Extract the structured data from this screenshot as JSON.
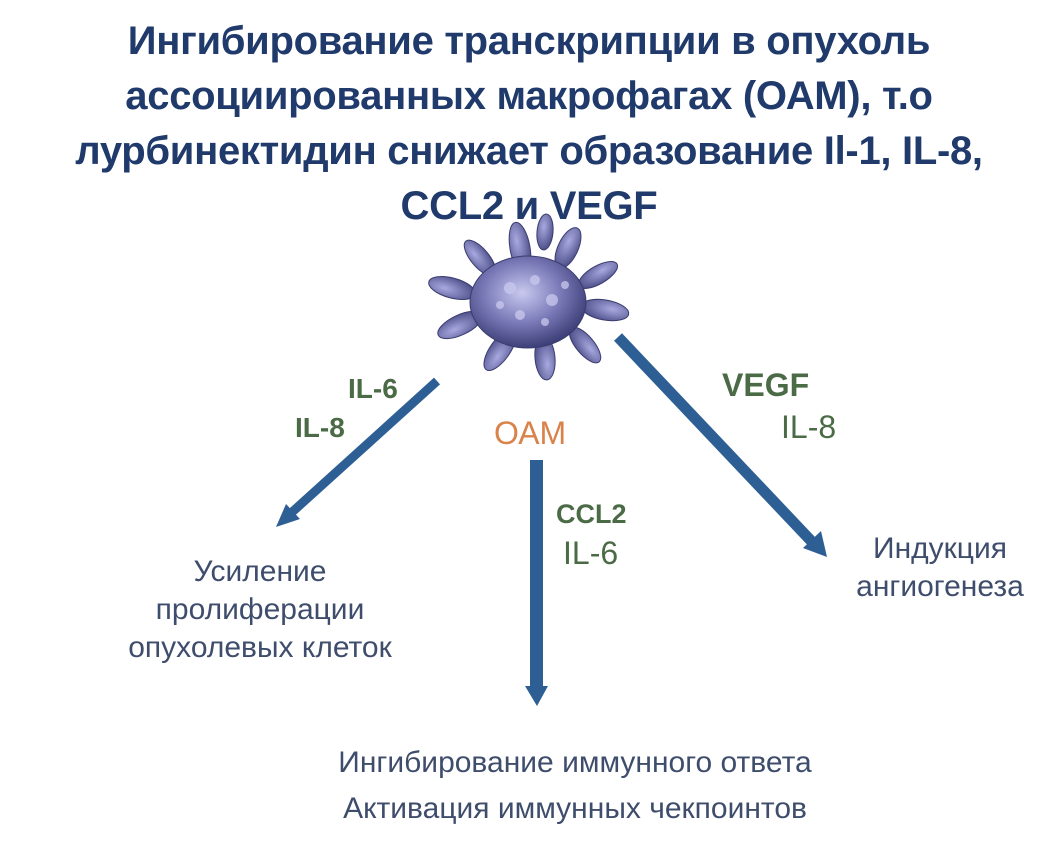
{
  "title_lines": [
    "Ингибирование транскрипции в опухоль",
    "ассоциированных макрофагах (ОАМ), т.о",
    "лурбинектидин снижает образование Il-1, IL-8,",
    "CCL2 и VEGF"
  ],
  "center_label": "ОАМ",
  "left_labels": [
    "IL-6",
    "IL-8"
  ],
  "middle_labels": [
    "CCL2",
    "IL-6"
  ],
  "right_labels": [
    "VEGF",
    "IL-8"
  ],
  "outcome_left": [
    "Усиление",
    "пролиферации",
    "опухолевых клеток"
  ],
  "outcome_right": [
    "Индукция",
    "ангиогенеза"
  ],
  "outcome_bottom": [
    "Ингибирование иммунного ответа",
    "Активация иммунных чекпоинтов"
  ],
  "colors": {
    "title": "#1f3a6b",
    "arrow": "#2e5f94",
    "label_green": "#4a6b45",
    "label_orange": "#d9824a",
    "outcome": "#3f4d6c",
    "macrophage": "#6b6ba8"
  },
  "icons": {
    "cell": "macrophage-cell-icon"
  }
}
